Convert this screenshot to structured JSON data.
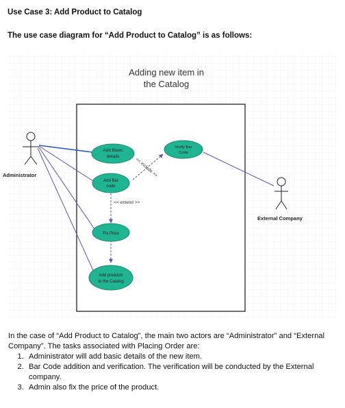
{
  "page": {
    "title": "Use Case 3: Add Product to Catalog",
    "intro": "The use case diagram for “Add Product to Catalog” is as follows:"
  },
  "diagram": {
    "title_line1": "Adding new item in",
    "title_line2": "the Catalog",
    "actors": {
      "administrator": "Administrator",
      "external_company": "External Company"
    },
    "use_cases": {
      "add_basic_details": [
        "Add Basic",
        "details"
      ],
      "verify_bar_code": [
        "Verify Bar",
        "Code"
      ],
      "add_bar_code": [
        "Add Bar",
        "code"
      ],
      "fix_price": [
        "Fix Price"
      ],
      "add_products": [
        "Add products",
        "to the Catalog"
      ]
    },
    "relations": {
      "include": "<< include >>",
      "extend": "<< extend >>"
    },
    "colors": {
      "use_case_fill": "#1fb592",
      "use_case_stroke": "#1a8a70",
      "association": "#5b56b5",
      "association_admin": "#2a5cb8",
      "dependency": "#5b56b5",
      "grid": "#e9eef5"
    }
  },
  "body": {
    "paragraph": "In the case of “Add Product to Catalog”, the main two actors are “Administrator” and “External Company”. The tasks associated with Placing Order are:",
    "items": [
      "Administrator will add basic details of the new item.",
      "Bar Code addition and verification. The verification will be conducted by the External company.",
      "Admin also fix the price of the product."
    ]
  }
}
